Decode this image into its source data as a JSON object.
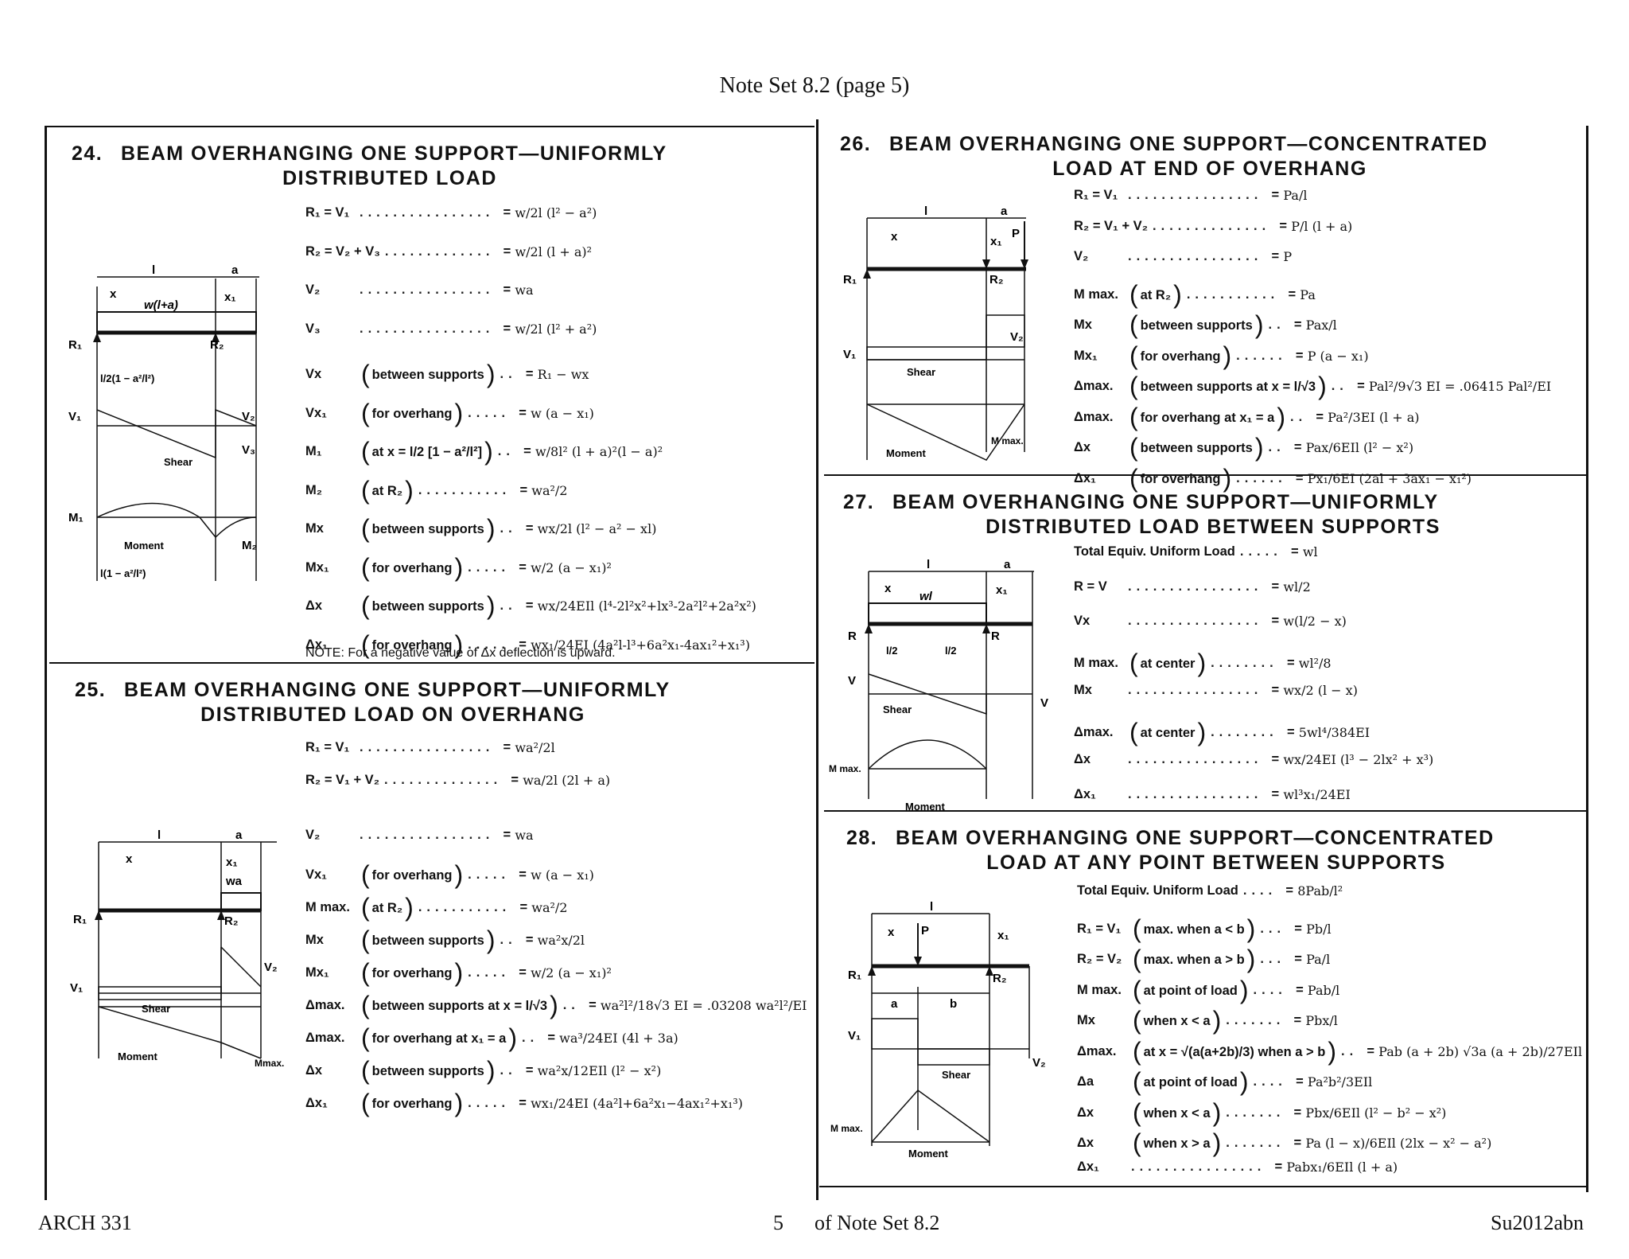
{
  "header": "Note Set 8.2  (page 5)",
  "footer": {
    "left": "ARCH 331",
    "center": "5      of Note Set 8.2",
    "right": "Su2012abn"
  },
  "sections": [
    {
      "num": "24.",
      "title1": "BEAM OVERHANGING ONE SUPPORT—UNIFORMLY",
      "title2": "DISTRIBUTED LOAD",
      "rows": [
        {
          "sym": "R₁ = V₁",
          "cond": "",
          "val": "w/2l (l² − a²)"
        },
        {
          "sym": "R₂ = V₂ + V₃",
          "cond": "",
          "val": "w/2l (l + a)²"
        },
        {
          "sym": "V₂",
          "cond": "",
          "val": "wa"
        },
        {
          "sym": "V₃",
          "cond": "",
          "val": "w/2l (l² + a²)"
        },
        {
          "sym": "Vx",
          "cond": "between supports",
          "val": "R₁ − wx"
        },
        {
          "sym": "Vx₁",
          "cond": "for overhang",
          "val": "w (a − x₁)"
        },
        {
          "sym": "M₁",
          "cond": "at x = l/2 [1 − a²/l²]",
          "val": "w/8l² (l + a)²(l − a)²"
        },
        {
          "sym": "M₂",
          "cond": "at R₂",
          "val": "wa²/2"
        },
        {
          "sym": "Mx",
          "cond": "between supports",
          "val": "wx/2l (l² − a² − xl)"
        },
        {
          "sym": "Mx₁",
          "cond": "for overhang",
          "val": "w/2 (a − x₁)²"
        },
        {
          "sym": "Δx",
          "cond": "between supports",
          "val": "wx/24EIl (l⁴-2l²x²+lx³-2a²l²+2a²x²)"
        },
        {
          "sym": "Δx₁",
          "cond": "for overhang",
          "val": "wx₁/24EI (4a²l-l³+6a²x₁-4ax₁²+x₁³)"
        }
      ],
      "note": "NOTE: For a negative value of Δx deflection is upward.",
      "diagram": {
        "dim_l": "l",
        "dim_a": "a",
        "x": "x",
        "x1": "x₁",
        "load": "w(l+a)",
        "r1": "R₁",
        "r2": "R₂",
        "v1": "V₁",
        "v2": "V₂",
        "v3": "V₃",
        "shear": "Shear",
        "m1": "M₁",
        "m2": "M₂",
        "moment": "Moment",
        "frac": "l/2(1 − a²/l²)",
        "bottom": "l(1 − a²/l²)"
      }
    },
    {
      "num": "25.",
      "title1": "BEAM OVERHANGING ONE SUPPORT—UNIFORMLY",
      "title2": "DISTRIBUTED LOAD ON OVERHANG",
      "rows": [
        {
          "sym": "R₁ = V₁",
          "cond": "",
          "val": "wa²/2l"
        },
        {
          "sym": "R₂ = V₁ + V₂",
          "cond": "",
          "val": "wa/2l (2l + a)"
        },
        {
          "sym": "V₂",
          "cond": "",
          "val": "wa"
        },
        {
          "sym": "Vx₁",
          "cond": "for overhang",
          "val": "w (a − x₁)"
        },
        {
          "sym": "M max.",
          "cond": "at R₂",
          "val": "wa²/2"
        },
        {
          "sym": "Mx",
          "cond": "between supports",
          "val": "wa²x/2l"
        },
        {
          "sym": "Mx₁",
          "cond": "for overhang",
          "val": "w/2 (a − x₁)²"
        },
        {
          "sym": "Δmax.",
          "cond": "between supports at x = l/√3",
          "val": "wa²l²/18√3 EI = .03208 wa²l²/EI"
        },
        {
          "sym": "Δmax.",
          "cond": "for overhang at x₁ = a",
          "val": "wa³/24EI (4l + 3a)"
        },
        {
          "sym": "Δx",
          "cond": "between supports",
          "val": "wa²x/12EIl (l² − x²)"
        },
        {
          "sym": "Δx₁",
          "cond": "for overhang",
          "val": "wx₁/24EI (4a²l+6a²x₁−4ax₁²+x₁³)"
        }
      ],
      "diagram": {
        "dim_l": "l",
        "dim_a": "a",
        "x": "x",
        "x1": "x₁",
        "load": "wa",
        "r1": "R₁",
        "r2": "R₂",
        "v1": "V₁",
        "v2": "V₂",
        "shear": "Shear",
        "moment": "Moment",
        "mmax": "Mmax."
      }
    },
    {
      "num": "26.",
      "title1": "BEAM OVERHANGING ONE SUPPORT—CONCENTRATED",
      "title2": "LOAD AT END OF OVERHANG",
      "rows": [
        {
          "sym": "R₁ = V₁",
          "cond": "",
          "val": "Pa/l"
        },
        {
          "sym": "R₂ = V₁ + V₂",
          "cond": "",
          "val": "P/l (l + a)"
        },
        {
          "sym": "V₂",
          "cond": "",
          "val": "P"
        },
        {
          "sym": "M max.",
          "cond": "at R₂",
          "val": "Pa"
        },
        {
          "sym": "Mx",
          "cond": "between supports",
          "val": "Pax/l"
        },
        {
          "sym": "Mx₁",
          "cond": "for overhang",
          "val": "P (a − x₁)"
        },
        {
          "sym": "Δmax.",
          "cond": "between supports at x = l/√3",
          "val": "Pal²/9√3 EI = .06415 Pal²/EI"
        },
        {
          "sym": "Δmax.",
          "cond": "for overhang at x₁ = a",
          "val": "Pa²/3EI (l + a)"
        },
        {
          "sym": "Δx",
          "cond": "between supports",
          "val": "Pax/6EIl (l² − x²)"
        },
        {
          "sym": "Δx₁",
          "cond": "for overhang",
          "val": "Px₁/6EI (2al + 3ax₁ − x₁²)"
        }
      ],
      "diagram": {
        "dim_l": "l",
        "dim_a": "a",
        "x": "x",
        "x1": "x₁",
        "load": "P",
        "r1": "R₁",
        "r2": "R₂",
        "v1": "V₁",
        "v2": "V₂",
        "shear": "Shear",
        "moment": "Moment",
        "mmax": "M max."
      }
    },
    {
      "num": "27.",
      "title1": "BEAM OVERHANGING ONE SUPPORT—UNIFORMLY",
      "title2": "DISTRIBUTED LOAD BETWEEN SUPPORTS",
      "rows": [
        {
          "sym": "Total Equiv. Uniform Load",
          "cond": "",
          "val": "wl"
        },
        {
          "sym": "R = V",
          "cond": "",
          "val": "wl/2"
        },
        {
          "sym": "Vx",
          "cond": "",
          "val": "w(l/2 − x)"
        },
        {
          "sym": "M max.",
          "cond": "at center",
          "val": "wl²/8"
        },
        {
          "sym": "Mx",
          "cond": "",
          "val": "wx/2 (l − x)"
        },
        {
          "sym": "Δmax.",
          "cond": "at center",
          "val": "5wl⁴/384EI"
        },
        {
          "sym": "Δx",
          "cond": "",
          "val": "wx/24EI (l³ − 2lx² + x³)"
        },
        {
          "sym": "Δx₁",
          "cond": "",
          "val": "wl³x₁/24EI"
        }
      ],
      "diagram": {
        "dim_l": "l",
        "dim_a": "a",
        "x": "x",
        "x1": "x₁",
        "load": "wl",
        "r": "R",
        "half": "l/2",
        "v": "V",
        "shear": "Shear",
        "moment": "Moment",
        "mmax": "M max."
      }
    },
    {
      "num": "28.",
      "title1": "BEAM OVERHANGING ONE SUPPORT—CONCENTRATED",
      "title2": "LOAD AT ANY POINT BETWEEN SUPPORTS",
      "rows": [
        {
          "sym": "Total Equiv. Uniform Load",
          "cond": "",
          "val": "8Pab/l²"
        },
        {
          "sym": "R₁ = V₁",
          "cond": "max. when a < b",
          "val": "Pb/l"
        },
        {
          "sym": "R₂ = V₂",
          "cond": "max. when a > b",
          "val": "Pa/l"
        },
        {
          "sym": "M max.",
          "cond": "at point of load",
          "val": "Pab/l"
        },
        {
          "sym": "Mx",
          "cond": "when x < a",
          "val": "Pbx/l"
        },
        {
          "sym": "Δmax.",
          "cond": "at x = √(a(a+2b)/3) when a > b",
          "val": "Pab (a + 2b) √3a (a + 2b)/27EIl"
        },
        {
          "sym": "Δa",
          "cond": "at point of load",
          "val": "Pa²b²/3EIl"
        },
        {
          "sym": "Δx",
          "cond": "when x < a",
          "val": "Pbx/6EIl (l² − b² − x²)"
        },
        {
          "sym": "Δx",
          "cond": "when x > a",
          "val": "Pa (l − x)/6EIl (2lx − x² − a²)"
        },
        {
          "sym": "Δx₁",
          "cond": "",
          "val": "Pabx₁/6EIl (l + a)"
        }
      ],
      "diagram": {
        "dim_l": "l",
        "dim_a": "a",
        "dim_b": "b",
        "x": "x",
        "x1": "x₁",
        "load": "P",
        "r1": "R₁",
        "r2": "R₂",
        "v1": "V₁",
        "v2": "V₂",
        "shear": "Shear",
        "moment": "Moment",
        "mmax": "M max."
      }
    }
  ]
}
